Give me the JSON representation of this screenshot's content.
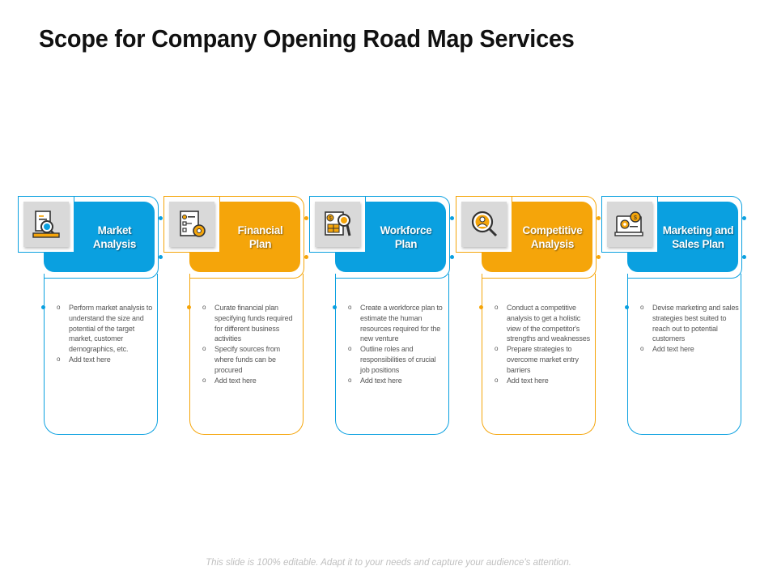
{
  "title": "Scope for Company Opening Road Map Services",
  "colors": {
    "blue": "#0aa0e0",
    "orange": "#f5a50a"
  },
  "steps": [
    {
      "label": "Market\nAnalysis",
      "color": "blue",
      "icon": "market-analysis-icon",
      "points": [
        "Perform market analysis to understand the size and potential of the target market, customer demographics, etc.",
        "Add text here"
      ]
    },
    {
      "label": "Financial\nPlan",
      "color": "orange",
      "icon": "financial-plan-icon",
      "points": [
        "Curate financial plan specifying funds required for different business activities",
        "Specify sources from where funds can be procured",
        "Add text here"
      ]
    },
    {
      "label": "Workforce\nPlan",
      "color": "blue",
      "icon": "workforce-plan-icon",
      "points": [
        "Create a workforce plan to estimate the human resources required for the new venture",
        "Outline roles and responsibilities of crucial job positions",
        "Add text here"
      ]
    },
    {
      "label": "Competitive\nAnalysis",
      "color": "orange",
      "icon": "competitive-analysis-icon",
      "points": [
        "Conduct a competitive analysis to get a holistic view of the competitor's strengths and weaknesses",
        "Prepare strategies to overcome market entry barriers",
        "Add text here"
      ]
    },
    {
      "label": "Marketing and\nSales Plan",
      "color": "blue",
      "icon": "marketing-sales-icon",
      "points": [
        "Devise marketing and sales strategies best suited to reach out to potential customers",
        "Add text here"
      ]
    }
  ],
  "footer": "This slide is 100% editable. Adapt it to your needs and capture your audience's attention."
}
